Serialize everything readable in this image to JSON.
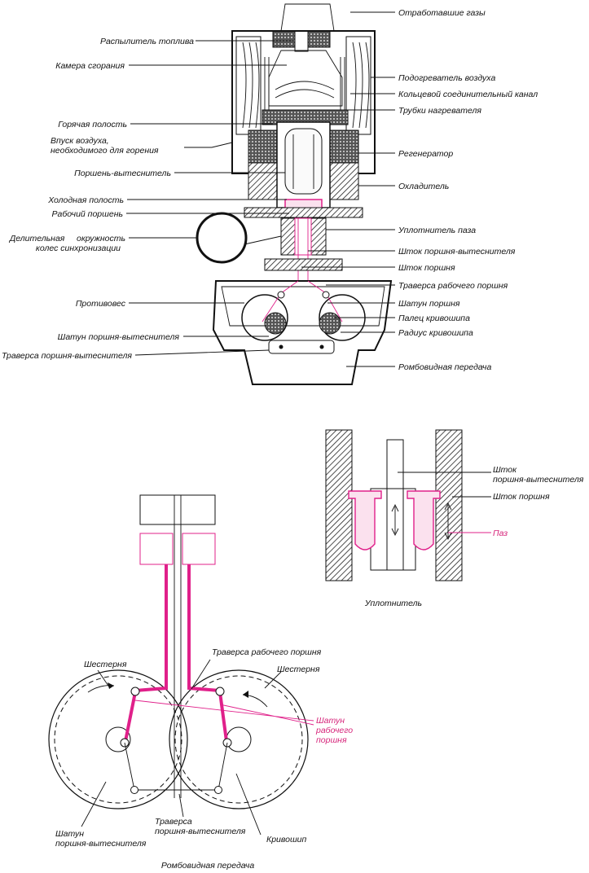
{
  "colors": {
    "ink": "#111111",
    "accent": "#e0208a",
    "hatch": "#333333"
  },
  "top_diagram": {
    "labels_left": [
      "Распылитель топлива",
      "Камера сгорания",
      "Горячая полость",
      "Впуск воздуха,",
      "необходимого для горения",
      "Поршень-вытеснитель",
      "Холодная полость",
      "Рабочий поршень",
      "Делительная     окружность",
      "колес синхронизации",
      "Противовес",
      "Шатун поршня-вытеснителя",
      "Траверса поршня-вытеснителя"
    ],
    "labels_right": [
      "Отработавшие газы",
      "Подогреватель воздуха",
      "Кольцевой соединительный канал",
      "Трубки нагревателя",
      "Регенератор",
      "Охладитель",
      "Уплотнитель паза",
      "Шток поршня-вытеснителя",
      "Шток поршня",
      "Траверса рабочего поршня",
      "Шатун поршня",
      "Палец кривошипа",
      "Радиус кривошипа",
      "Ромбовидная передача"
    ]
  },
  "seal_diagram": {
    "labels": [
      "Шток",
      "поршня-вытеснителя",
      "Шток поршня",
      "Паз"
    ],
    "caption": "Уплотнитель"
  },
  "drive_diagram": {
    "labels": [
      "Траверса рабочего поршня",
      "Шестерня",
      "Шестерня",
      "Шатун",
      "рабочего",
      "поршня",
      "Траверса",
      "поршня-вытеснителя",
      "Шатун",
      "поршня-вытеснителя",
      "Кривошип"
    ],
    "caption": "Ромбовидная передача"
  }
}
